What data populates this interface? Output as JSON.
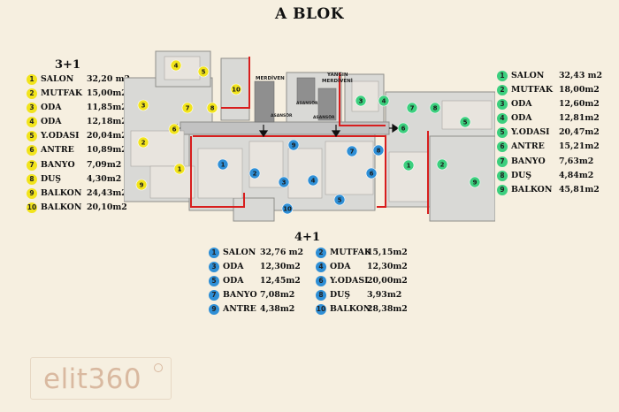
{
  "title": "A BLOK",
  "plan_labels": {
    "merdiven": "MERDİVEN",
    "yangin": "YANGIN",
    "yangin_merdiveni": "MERDİVENİ",
    "asansor1": "ASANSÖR",
    "asansor2": "ASANSÖR",
    "asansor3": "ASANSÖR"
  },
  "left_legend": {
    "heading": "3+1",
    "color": "#f2e41c",
    "items": [
      {
        "n": "1",
        "name": "SALON",
        "area": "32,20 m2"
      },
      {
        "n": "2",
        "name": "MUTFAK",
        "area": "15,00m2"
      },
      {
        "n": "3",
        "name": "ODA",
        "area": "11,85m2"
      },
      {
        "n": "4",
        "name": "ODA",
        "area": "12,18m2"
      },
      {
        "n": "5",
        "name": "Y.ODASI",
        "area": "20,04m2"
      },
      {
        "n": "6",
        "name": "ANTRE",
        "area": "10,89m2"
      },
      {
        "n": "7",
        "name": "BANYO",
        "area": "7,09m2"
      },
      {
        "n": "8",
        "name": "DUŞ",
        "area": "4,30m2"
      },
      {
        "n": "9",
        "name": "BALKON",
        "area": "24,43m2"
      },
      {
        "n": "10",
        "name": "BALKON",
        "area": "20,10m2"
      }
    ]
  },
  "right_legend": {
    "color": "#3ccf7e",
    "items": [
      {
        "n": "1",
        "name": "SALON",
        "area": "32,43 m2"
      },
      {
        "n": "2",
        "name": "MUTFAK",
        "area": "18,00m2"
      },
      {
        "n": "3",
        "name": "ODA",
        "area": "12,60m2"
      },
      {
        "n": "4",
        "name": "ODA",
        "area": "12,81m2"
      },
      {
        "n": "5",
        "name": "Y.ODASI",
        "area": "20,47m2"
      },
      {
        "n": "6",
        "name": "ANTRE",
        "area": "15,21m2"
      },
      {
        "n": "7",
        "name": "BANYO",
        "area": "7,63m2"
      },
      {
        "n": "8",
        "name": "DUŞ",
        "area": "4,84m2"
      },
      {
        "n": "9",
        "name": "BALKON",
        "area": "45,81m2"
      }
    ]
  },
  "bottom_legend": {
    "heading": "4+1",
    "color": "#2f8fd6",
    "left": [
      {
        "n": "1",
        "name": "SALON",
        "area": "32,76 m2"
      },
      {
        "n": "3",
        "name": "ODA",
        "area": "12,30m2"
      },
      {
        "n": "5",
        "name": "ODA",
        "area": "12,45m2"
      },
      {
        "n": "7",
        "name": "BANYO",
        "area": "7,08m2"
      },
      {
        "n": "9",
        "name": "ANTRE",
        "area": "4,38m2"
      }
    ],
    "right": [
      {
        "n": "2",
        "name": "MUTFAK",
        "area": "15,15m2"
      },
      {
        "n": "4",
        "name": "ODA",
        "area": "12,30m2"
      },
      {
        "n": "6",
        "name": "Y.ODASI",
        "area": "20,00m2"
      },
      {
        "n": "8",
        "name": "DUŞ",
        "area": "3,93m2"
      },
      {
        "n": "10",
        "name": "BALKON",
        "area": "28,38m2"
      }
    ]
  },
  "logo": {
    "brand": "elit360"
  }
}
